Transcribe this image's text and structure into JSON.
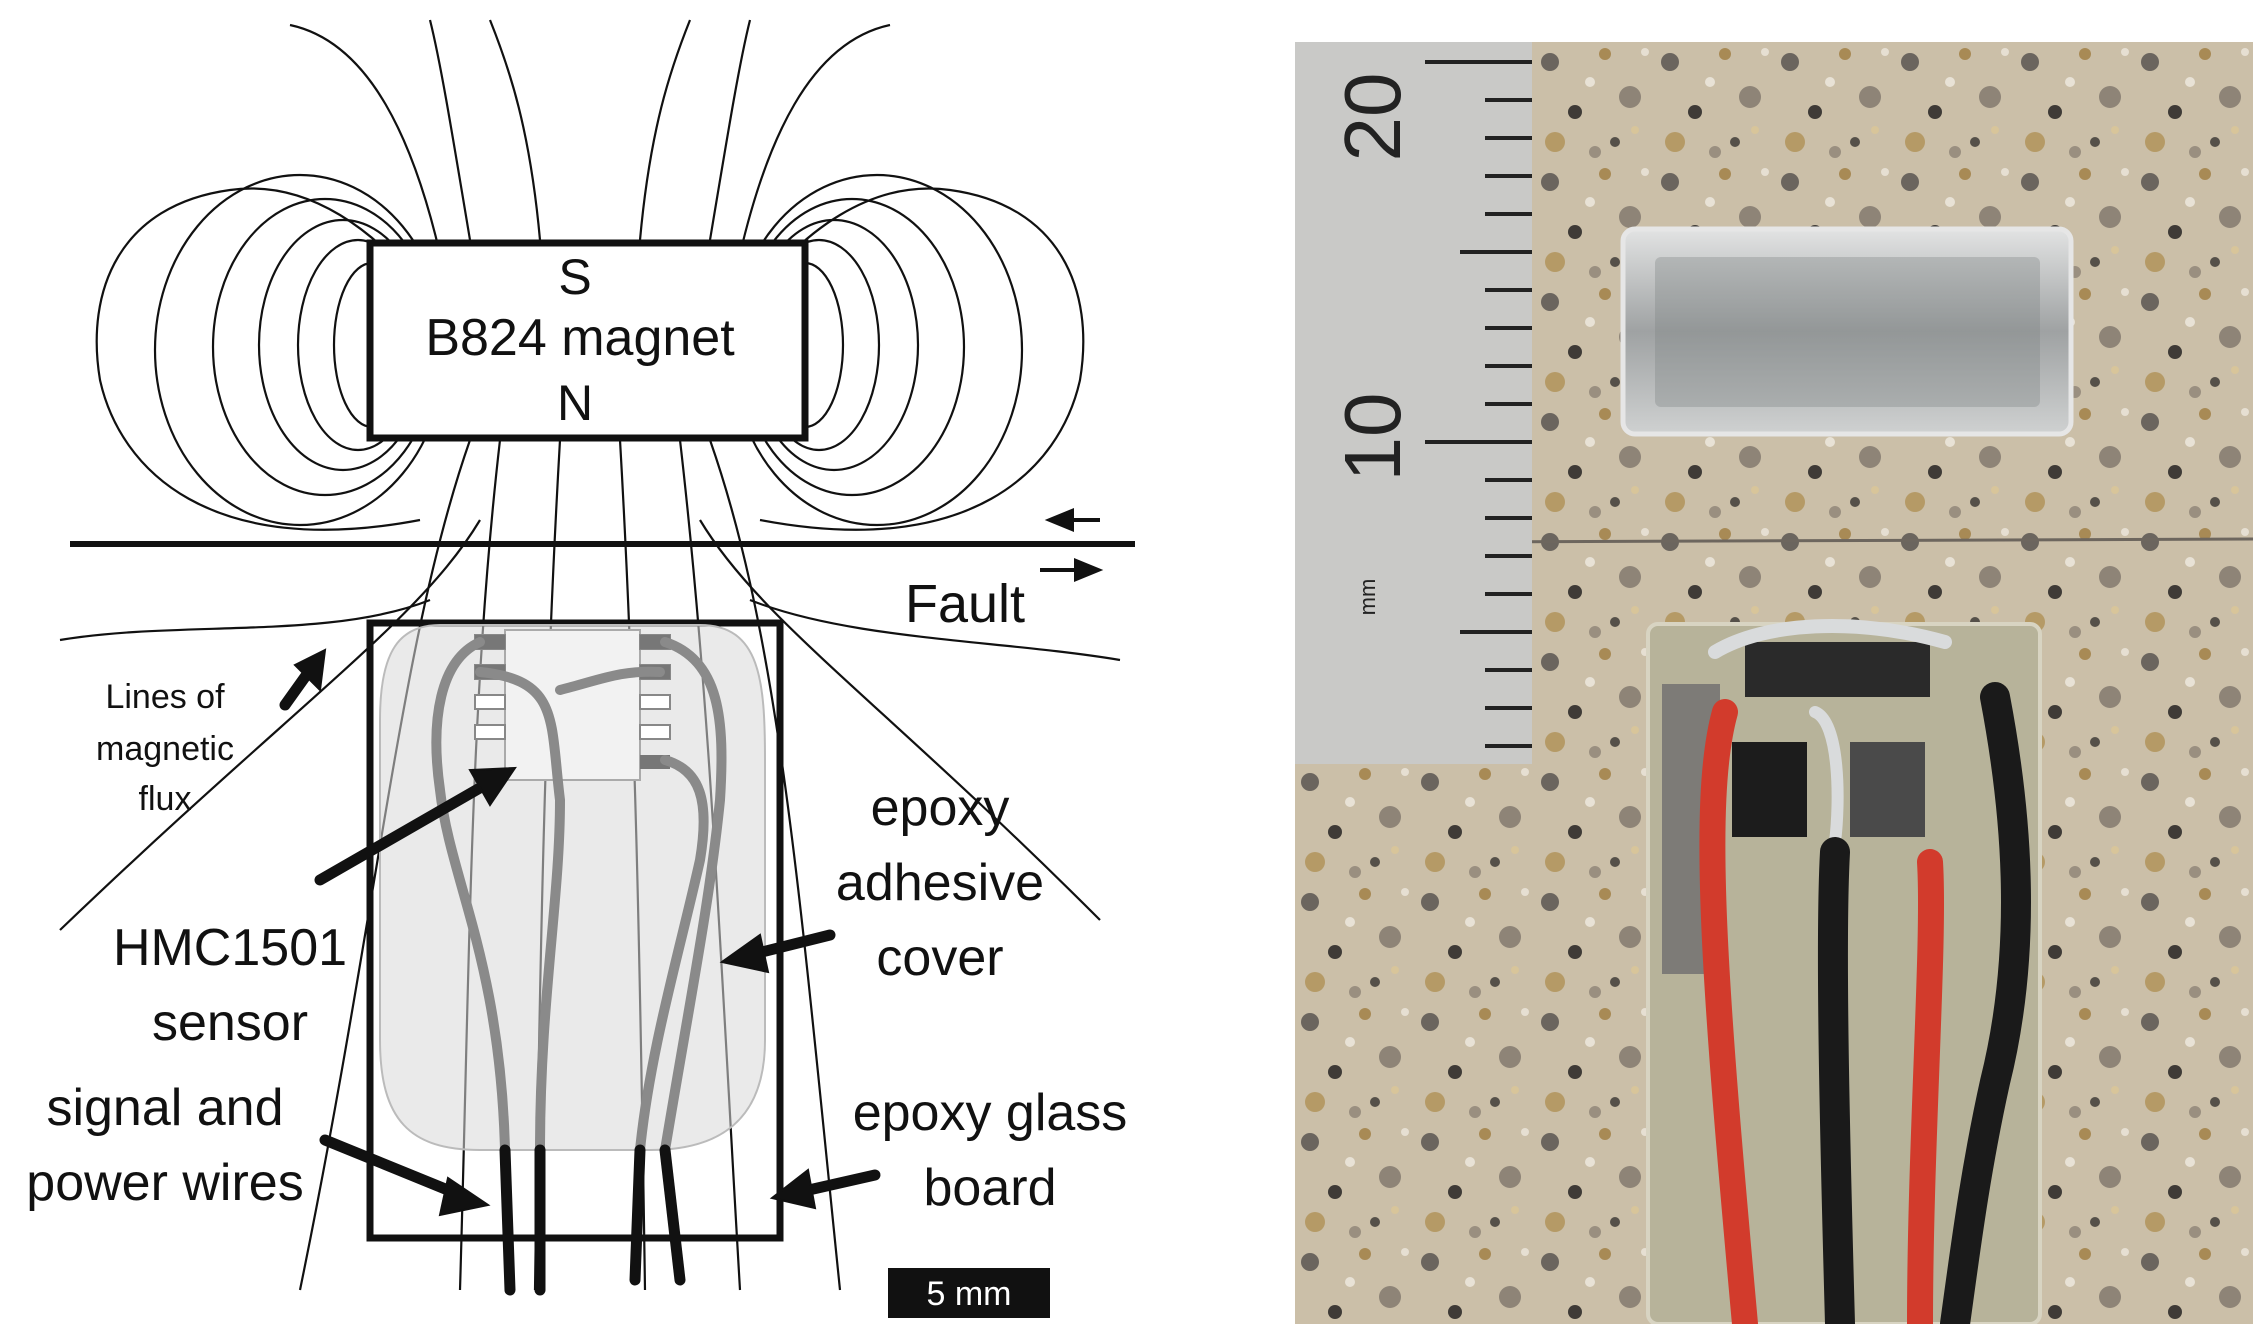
{
  "diagram": {
    "magnet_top_pole": "S",
    "magnet_name": "B824 magnet",
    "magnet_bottom_pole": "N",
    "fault_label": "Fault",
    "flux_label_lines": [
      "Lines of",
      "magnetic",
      "flux"
    ],
    "epoxy_cover_label_lines": [
      "epoxy",
      "adhesive",
      "cover"
    ],
    "sensor_label_lines": [
      "HMC1501",
      "sensor"
    ],
    "wires_label_lines": [
      "signal and",
      "power wires"
    ],
    "board_label_lines": [
      "epoxy glass",
      "board"
    ],
    "scale_bar_label": "5 mm"
  },
  "photo": {
    "ruler_label_20": "20",
    "ruler_label_10": "10",
    "ruler_unit": "mm",
    "colors": {
      "granite": "#cbbfa8",
      "ruler": "#c9c9c7",
      "magnet": "#b9bcbd",
      "board": "#b7b39a",
      "red_wire": "#d23b2c",
      "black_wire": "#1a1a1a"
    }
  }
}
